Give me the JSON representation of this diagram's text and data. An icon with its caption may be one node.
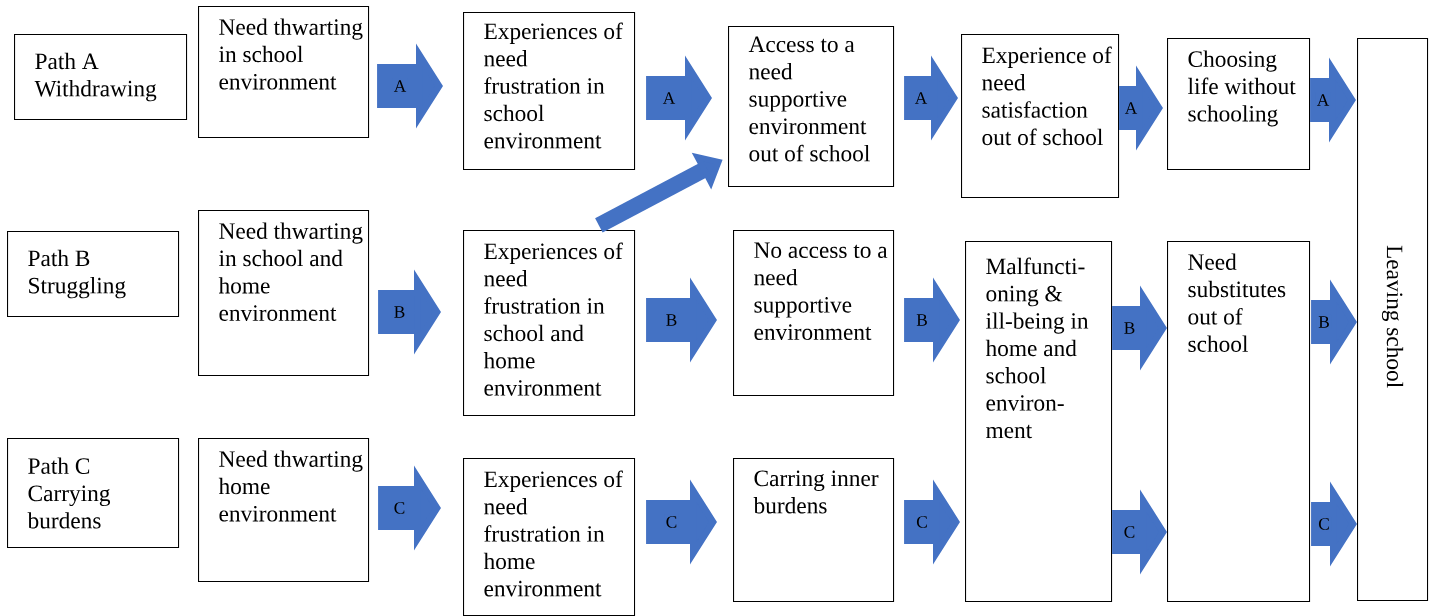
{
  "diagram": {
    "nodes": [
      {
        "text": [
          "Path A Withdrawing"
        ]
      },
      {
        "text": [
          "Need thwarting in school environment"
        ]
      },
      {
        "text": [
          "Experiences of need frustration in school environment"
        ]
      },
      {
        "text": [
          "Access to a need supportive environment out of school"
        ]
      },
      {
        "text": [
          "Experience of need satisfaction out of school"
        ]
      },
      {
        "text": [
          "Choosing life without schooling"
        ]
      },
      {
        "text": [
          "Leaving school"
        ]
      },
      {
        "text": [
          "Path B Struggling"
        ]
      },
      {
        "text": [
          "Need thwarting in school and home environment"
        ]
      },
      {
        "text": [
          "Experiences of need frustration in school  and home environment"
        ]
      },
      {
        "text": [
          "No access to a need supportive environment"
        ]
      },
      {
        "text": [
          "Malfuncti- oning & ill-being in home and school environ- ment"
        ]
      },
      {
        "text": [
          "Need substitutes out of school"
        ]
      },
      {
        "text": [
          "Path C Carrying burdens"
        ]
      },
      {
        "text": [
          "Need thwarting home environment"
        ]
      },
      {
        "text": [
          "Experiences of need frustration in home environment"
        ]
      },
      {
        "text": [
          "Carring inner burdens"
        ]
      }
    ],
    "edges": [
      {
        "from": 1,
        "to": 2,
        "arrow": "to",
        "label": "A"
      },
      {
        "from": 2,
        "to": 3,
        "arrow": "to",
        "label": "A"
      },
      {
        "from": 3,
        "to": 4,
        "arrow": "to",
        "label": "A"
      },
      {
        "from": 4,
        "to": 5,
        "arrow": "to",
        "label": "A"
      },
      {
        "from": 5,
        "to": 6,
        "arrow": "to",
        "label": "A"
      },
      {
        "from": 9,
        "to": 3,
        "arrow": "to"
      },
      {
        "from": 8,
        "to": 9,
        "arrow": "to",
        "label": "B"
      },
      {
        "from": 9,
        "to": 10,
        "arrow": "to",
        "label": "B"
      },
      {
        "from": 10,
        "to": 11,
        "arrow": "to",
        "label": "B"
      },
      {
        "from": 11,
        "to": 12,
        "arrow": "to",
        "label": "B"
      },
      {
        "from": 12,
        "to": 6,
        "arrow": "to",
        "label": "B"
      },
      {
        "from": 14,
        "to": 15,
        "arrow": "to",
        "label": "C"
      },
      {
        "from": 15,
        "to": 16,
        "arrow": "to",
        "label": "C"
      },
      {
        "from": 16,
        "to": 11,
        "arrow": "to",
        "label": "C"
      },
      {
        "from": 11,
        "to": 12,
        "arrow": "to",
        "label": "C"
      },
      {
        "from": 12,
        "to": 6,
        "arrow": "to",
        "label": "C"
      }
    ]
  }
}
